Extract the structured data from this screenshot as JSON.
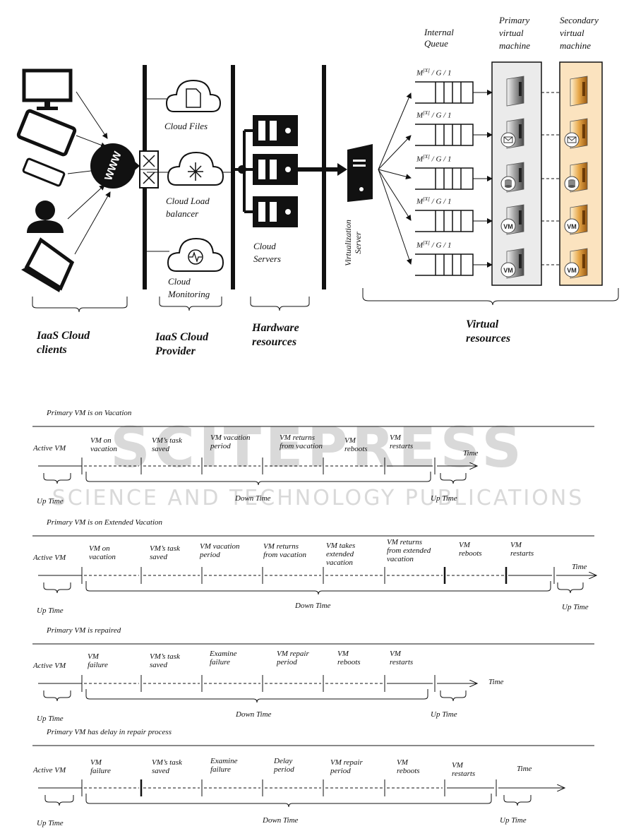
{
  "watermark": {
    "line1": "SCITEPRESS",
    "line2": "SCIENCE AND TECHNOLOGY PUBLICATIONS"
  },
  "top": {
    "headers": {
      "internal_queue": "Internal\nQueue",
      "primary_vm": "Primary\nvirtual\nmachine",
      "secondary_vm": "Secondary\nvirtual\nmachine"
    },
    "www": "WWW",
    "cloud_files": "Cloud Files",
    "cloud_lb": "Cloud Load\nbalancer",
    "cloud_monitoring": "Cloud\nMonitoring",
    "cloud_servers": "Cloud\nServers",
    "virt_server": "Virtualization\nServer",
    "queue_label": "M[X] / G / 1",
    "queue_labels": [
      "M[X] / G / 1",
      "M[X] / G / 1",
      "M[X] / G / 1",
      "M[X] / G / 1",
      "M[X] / G / 1"
    ],
    "vm_icons": [
      "server-icon",
      "mail-server-icon",
      "database-server-icon",
      "vm-server-icon",
      "vm-server-icon"
    ],
    "vm_text": "VM",
    "captions": {
      "clients": "IaaS Cloud\nclients",
      "provider": "IaaS Cloud\nProvider",
      "hardware": "Hardware\nresources",
      "virtual": "Virtual\nresources"
    }
  },
  "timelines": [
    {
      "title": "Primary VM is on Vacation",
      "active": "Active VM",
      "phases": [
        "VM on\nvacation",
        "VM’s task\nsaved",
        "VM vacation\nperiod",
        "VM returns\nfrom vacation",
        "VM\nreboots",
        "VM\nrestarts"
      ],
      "time": "Time",
      "uptime": "Up Time",
      "downtime": "Down Time"
    },
    {
      "title": "Primary VM is on Extended Vacation",
      "active": "Active VM",
      "phases": [
        "VM on\nvacation",
        "VM’s task\nsaved",
        "VM vacation\nperiod",
        "VM returns\nfrom vacation",
        "VM takes\nextended\nvacation",
        "VM returns\nfrom extended\nvacation",
        "VM\nreboots",
        "VM\nrestarts"
      ],
      "time": "Time",
      "uptime": "Up Time",
      "downtime": "Down Time"
    },
    {
      "title": "Primary VM is repaired",
      "active": "Active VM",
      "phases": [
        "VM\nfailure",
        "VM’s task\nsaved",
        "Examine\nfailure",
        "VM repair\nperiod",
        "VM\nreboots",
        "VM\nrestarts"
      ],
      "time": "Time",
      "uptime": "Up Time",
      "downtime": "Down Time"
    },
    {
      "title": "Primary VM has delay in repair process",
      "active": "Active VM",
      "phases": [
        "VM\nfailure",
        "VM’s task\nsaved",
        "Examine\nfailure",
        "Delay\nperiod",
        "VM repair\nperiod",
        "VM\nreboots",
        "VM\nrestarts"
      ],
      "time": "Time",
      "uptime": "Up Time",
      "downtime": "Down Time"
    }
  ]
}
